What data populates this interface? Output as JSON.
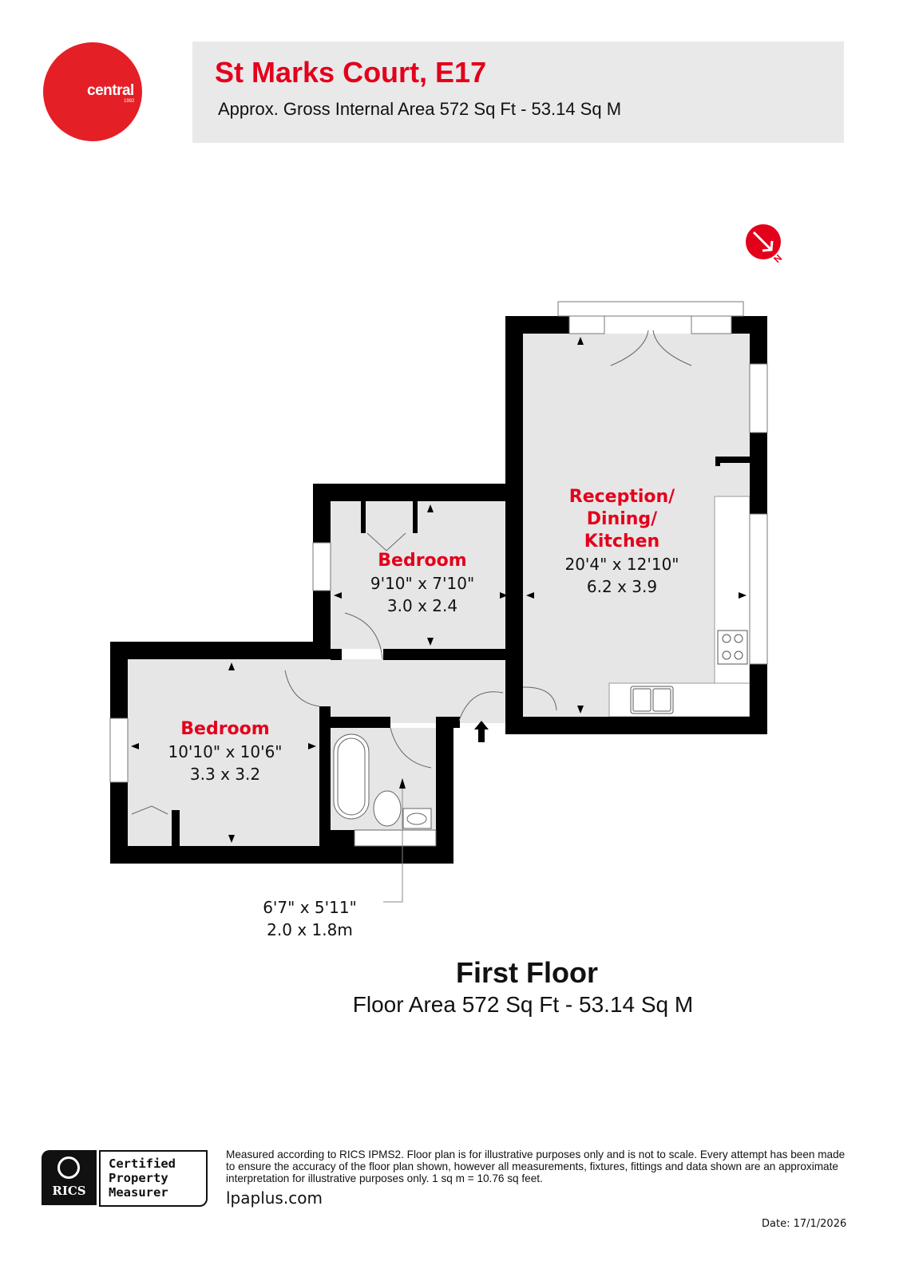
{
  "brand": {
    "name": "central",
    "year": "1992",
    "color": "#e41f26"
  },
  "header": {
    "title": "St Marks Court, E17",
    "subtitle": "Approx. Gross Internal Area 572 Sq Ft - 53.14 Sq M"
  },
  "compass": {
    "label": "N",
    "icon": "north-arrow-icon"
  },
  "rooms": [
    {
      "name": "Reception/",
      "name2": "Dining/",
      "name3": "Kitchen",
      "imperial": "20'4\" x 12'10\"",
      "metric": "6.2 x 3.9"
    },
    {
      "name": "Bedroom",
      "imperial": "9'10\" x 7'10\"",
      "metric": "3.0 x 2.4"
    },
    {
      "name": "Bedroom",
      "imperial": "10'10\" x 10'6\"",
      "metric": "3.3 x 3.2"
    }
  ],
  "bathroom": {
    "imperial": "6'7\" x 5'11\"",
    "metric": "2.0 x 1.8m"
  },
  "floor": {
    "title": "First Floor",
    "area": "Floor Area 572 Sq Ft - 53.14 Sq M"
  },
  "footer": {
    "badge": {
      "org": "RICS",
      "line1": "Certified",
      "line2": "Property",
      "line3": "Measurer"
    },
    "disclaimer": "Measured according to RICS IPMS2. Floor plan is for illustrative purposes only and is not to scale. Every attempt has been made to ensure the accuracy of the floor plan shown, however all measurements, fixtures, fittings and data shown are an approximate interpretation for illustrative purposes only. 1 sq m = 10.76 sq feet.",
    "website": "lpaplus.com",
    "date": "Date: 17/1/2026"
  },
  "colors": {
    "accent": "#e3001b",
    "floor": "#e6e6e6",
    "wall": "#000000",
    "header_bg": "#e9e9e9"
  }
}
